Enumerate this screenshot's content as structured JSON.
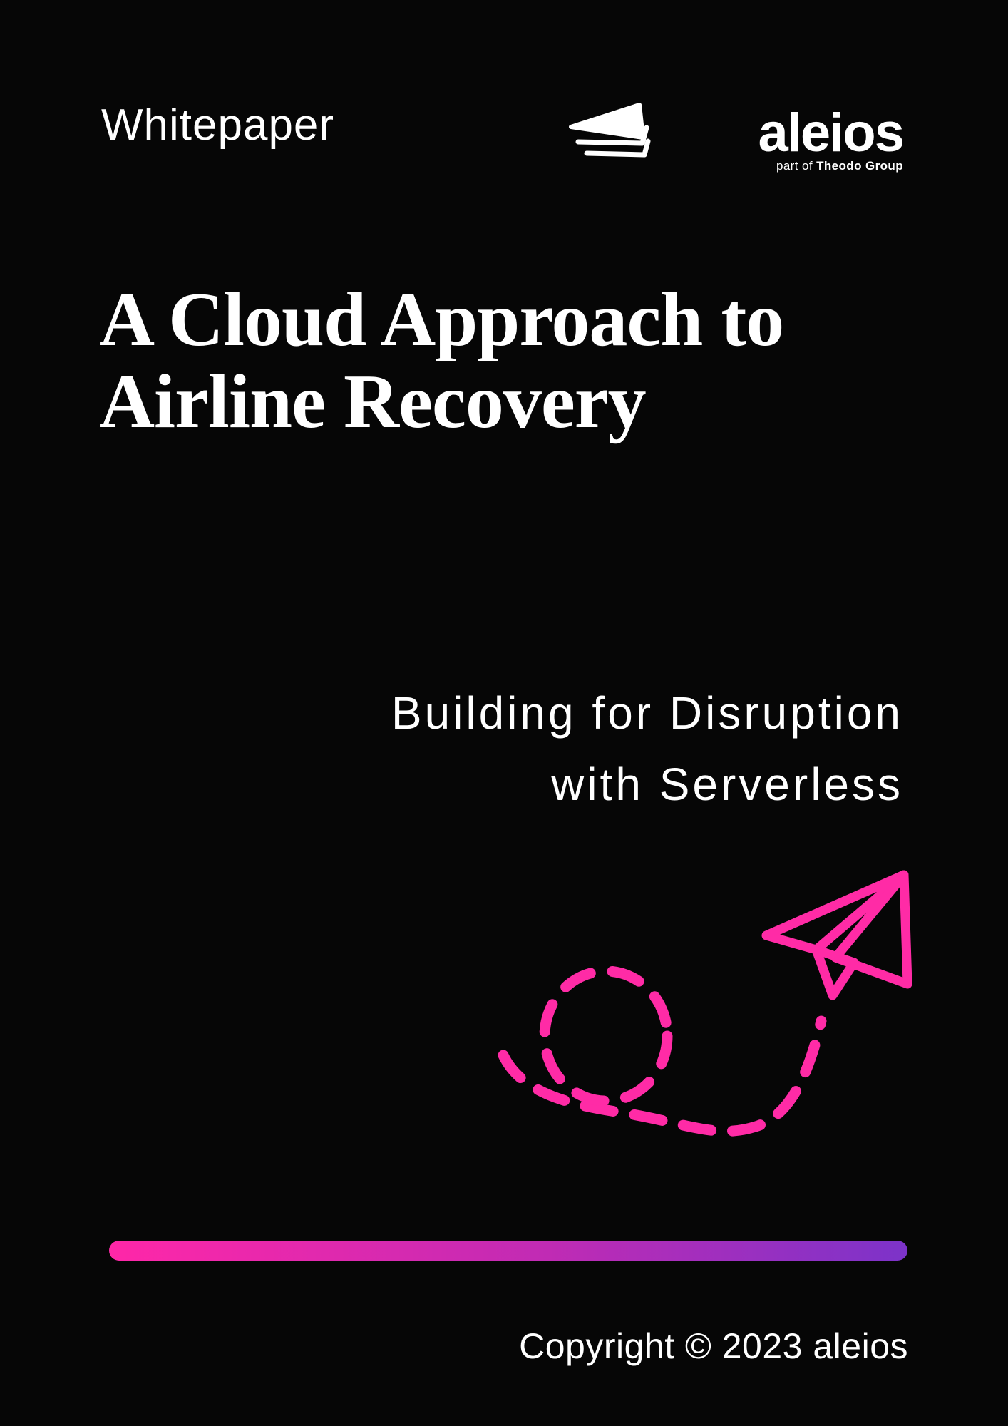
{
  "header": {
    "doc_type_label": "Whitepaper",
    "logo": {
      "brand": "aleios",
      "tagline_prefix": "part of ",
      "tagline_group": "Theodo Group",
      "icon": "stacked-paper-sheets"
    }
  },
  "title": {
    "line1": "A Cloud Approach to",
    "line2": "Airline Recovery"
  },
  "subtitle": {
    "line1": "Building for Disruption",
    "line2": "with Serverless"
  },
  "illustration": {
    "description": "pink outlined paper airplane flying up-right with dashed looping flight path",
    "accent_pink": "#ff2ba6"
  },
  "divider": {
    "gradient_start": "#ff27a8",
    "gradient_end": "#7c33c9"
  },
  "footer": {
    "copyright": "Copyright © 2023 aleios"
  },
  "colors": {
    "background": "#060606",
    "text": "#ffffff"
  }
}
